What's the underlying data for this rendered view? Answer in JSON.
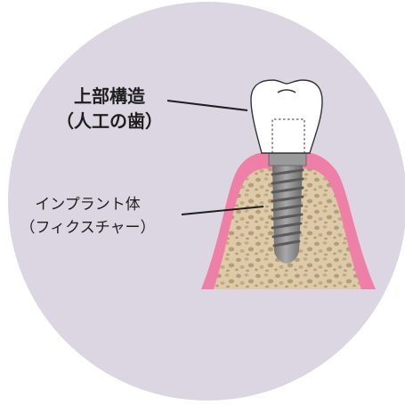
{
  "labels": {
    "crown": {
      "line1": "上部構造",
      "line2": "（人工の歯）"
    },
    "fixture": {
      "line1": "インプラント体",
      "line2": "（フィクスチャー）"
    }
  },
  "colors": {
    "background_disc": "#dcd6e2",
    "gum": "#ee7fa6",
    "bone": "#dccaa8",
    "bone_texture": "#b59d75",
    "crown": "#ffffff",
    "implant": "#8e8e8e",
    "leader_line": "#1f1f1f"
  }
}
